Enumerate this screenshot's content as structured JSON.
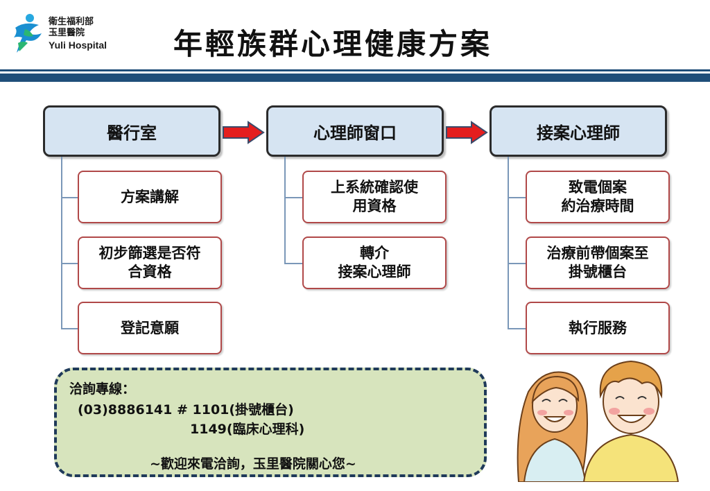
{
  "header": {
    "logo": {
      "org_line1": "衛生福利部",
      "org_line2": "玉里醫院",
      "org_line3": "Yuli Hospital"
    },
    "title": "年輕族群心理健康方案"
  },
  "flow": {
    "columns": [
      {
        "title": "醫行室",
        "steps": [
          "方案講解",
          "初步篩選是否符\n合資格",
          "登記意願"
        ]
      },
      {
        "title": "心理師窗口",
        "steps": [
          "上系統確認使\n用資格",
          "轉介\n接案心理師"
        ]
      },
      {
        "title": "接案心理師",
        "steps": [
          "致電個案\n約治療時間",
          "治療前帶個案至\n掛號櫃台",
          "執行服務"
        ]
      }
    ]
  },
  "contact": {
    "heading": "洽詢專線：",
    "phone_line1": "(03)8886141 # 1101(掛號櫃台)",
    "phone_line2": "1149(臨床心理科)",
    "closing": "~歡迎來電洽詢，玉里醫院關心您~"
  },
  "colors": {
    "navy": "#1f4e79",
    "head_fill": "#d6e4f2",
    "step_border": "#b04848",
    "arrow_red": "#e41e1e",
    "contact_fill": "#d7e4bd"
  }
}
